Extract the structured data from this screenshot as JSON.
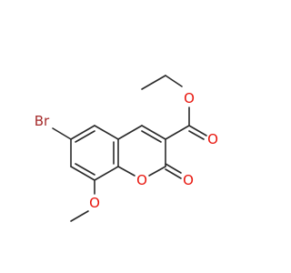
{
  "colors": {
    "bond": "#2a2a2a",
    "oxygen": "#e8140c",
    "bromine": "#a52a2a"
  },
  "atoms": {
    "br": "Br",
    "o_ring": "O",
    "o_carbonyl": "O",
    "o_methoxy": "O",
    "o_ester_carbonyl": "O",
    "o_ester": "O"
  }
}
